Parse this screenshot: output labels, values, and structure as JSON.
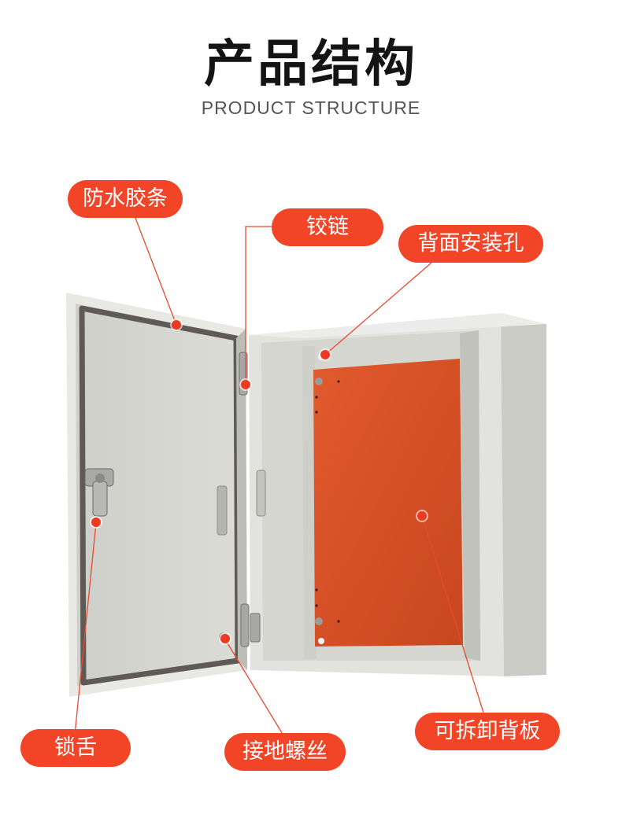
{
  "header": {
    "title": "产品结构",
    "subtitle": "PRODUCT STRUCTURE"
  },
  "callouts": {
    "gasket": "防水胶条",
    "hinge": "铰链",
    "mount_holes": "背面安装孔",
    "latch": "锁舌",
    "ground_screw": "接地螺丝",
    "backplate": "可拆卸背板"
  },
  "colors": {
    "accent": "#f24427",
    "backplate": "#e0522b",
    "cabinet": "#d9d9d4"
  }
}
